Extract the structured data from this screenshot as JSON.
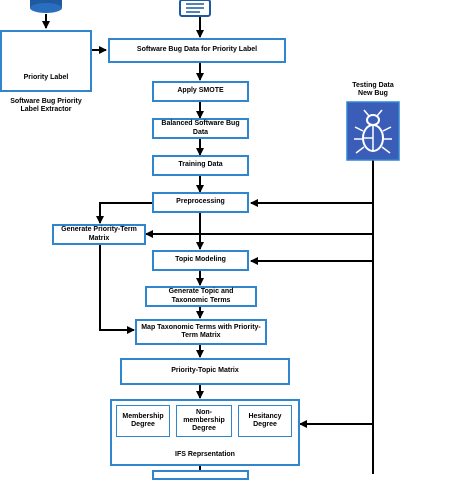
{
  "priority_extractor": {
    "box_label": "Priority Label",
    "caption_line1": "Software Bug Priority",
    "caption_line2": "Label Extractor"
  },
  "testing": {
    "line1": "Testing Data",
    "line2": "New Bug"
  },
  "steps": {
    "priority_label_data": "Software Bug Data for Priority Label",
    "smote": "Apply SMOTE",
    "balanced": "Balanced Software Bug Data",
    "training": "Training Data",
    "preprocessing": "Preprocessing",
    "priority_term_matrix": "Generate Priority-Term Matrix",
    "topic_modeling": "Topic Modeling",
    "topic_taxonomic": "Generate Topic and Taxonomic Terms",
    "map_terms": "Map Taxonomic Terms with Priority-Term Matrix",
    "priority_topic_matrix": "Priority-Topic Matrix"
  },
  "ifs": {
    "membership": "Membership Degree",
    "non_membership": "Non-membership Degree",
    "hesitancy": "Hesitancy Degree",
    "caption": "IFS Reprsentation"
  },
  "colors": {
    "box_border": "#2f86cf",
    "bug_icon_fill": "#3a5db8",
    "icon_blue": "#1f5a9e",
    "arrow": "#000000"
  }
}
